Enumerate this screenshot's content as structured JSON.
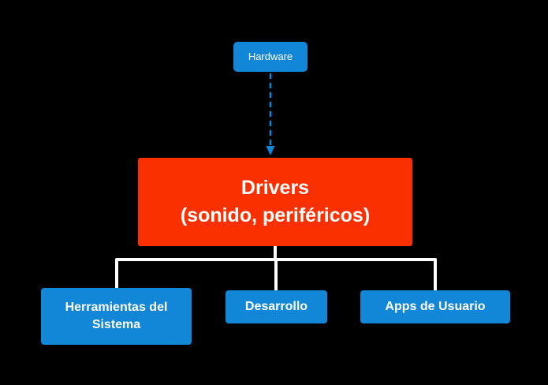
{
  "diagram": {
    "background_color": "#000000",
    "colors": {
      "node_blue": "#1287d8",
      "node_red": "#fa3000",
      "connector_white": "#ffffff",
      "arrow_blue": "#1287d8",
      "text_white": "#ffffff"
    },
    "nodes": {
      "hardware": {
        "label": "Hardware"
      },
      "drivers": {
        "line1": "Drivers",
        "line2": "(sonido, periféricos)"
      },
      "herramientas": {
        "line1": "Herramientas del",
        "line2": "Sistema"
      },
      "desarrollo": {
        "label": "Desarrollo"
      },
      "apps_usuario": {
        "label": "Apps de Usuario"
      }
    }
  }
}
